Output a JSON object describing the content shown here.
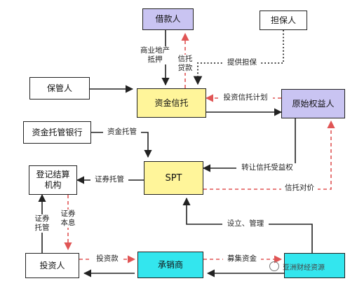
{
  "colors": {
    "purple": "#c9c4f2",
    "yellow": "#fff59a",
    "cyan": "#33e6ee",
    "white": "#ffffff",
    "solid_edge": "#222222",
    "dashed_edge": "#e05555",
    "dotted_edge": "#222222"
  },
  "nodes": {
    "borrower": "借款人",
    "guarantor": "担保人",
    "custodian": "保管人",
    "fund_trust": "资金信托",
    "original_beneficiary": "原始权益人",
    "fund_custody_bank": "资金托管银行",
    "registry": "登记结算\n机构",
    "spt": "SPT",
    "investor": "投资人",
    "underwriter": "承销商",
    "issuer": ""
  },
  "edges": {
    "commercial_pledge": "商业地产\n抵押",
    "trust_loan": "信托\n贷款",
    "provide_guarantee": "提供担保",
    "invest_trust_plan": "投资信托计划",
    "fund_custody": "资金托管",
    "securities_custody": "证券托管",
    "transfer_trust_beneficiary": "转让信托受益权",
    "trust_consideration": "信托对价",
    "sec_custody_vertical": "证券\n托管",
    "principal_interest": "证券\n本息",
    "establish_manage": "设立、管理",
    "investment_payment": "投资款",
    "raise_funds": "募集资金"
  },
  "watermark": {
    "text": "亚洲财经资源",
    "icon": "wechat-icon"
  }
}
